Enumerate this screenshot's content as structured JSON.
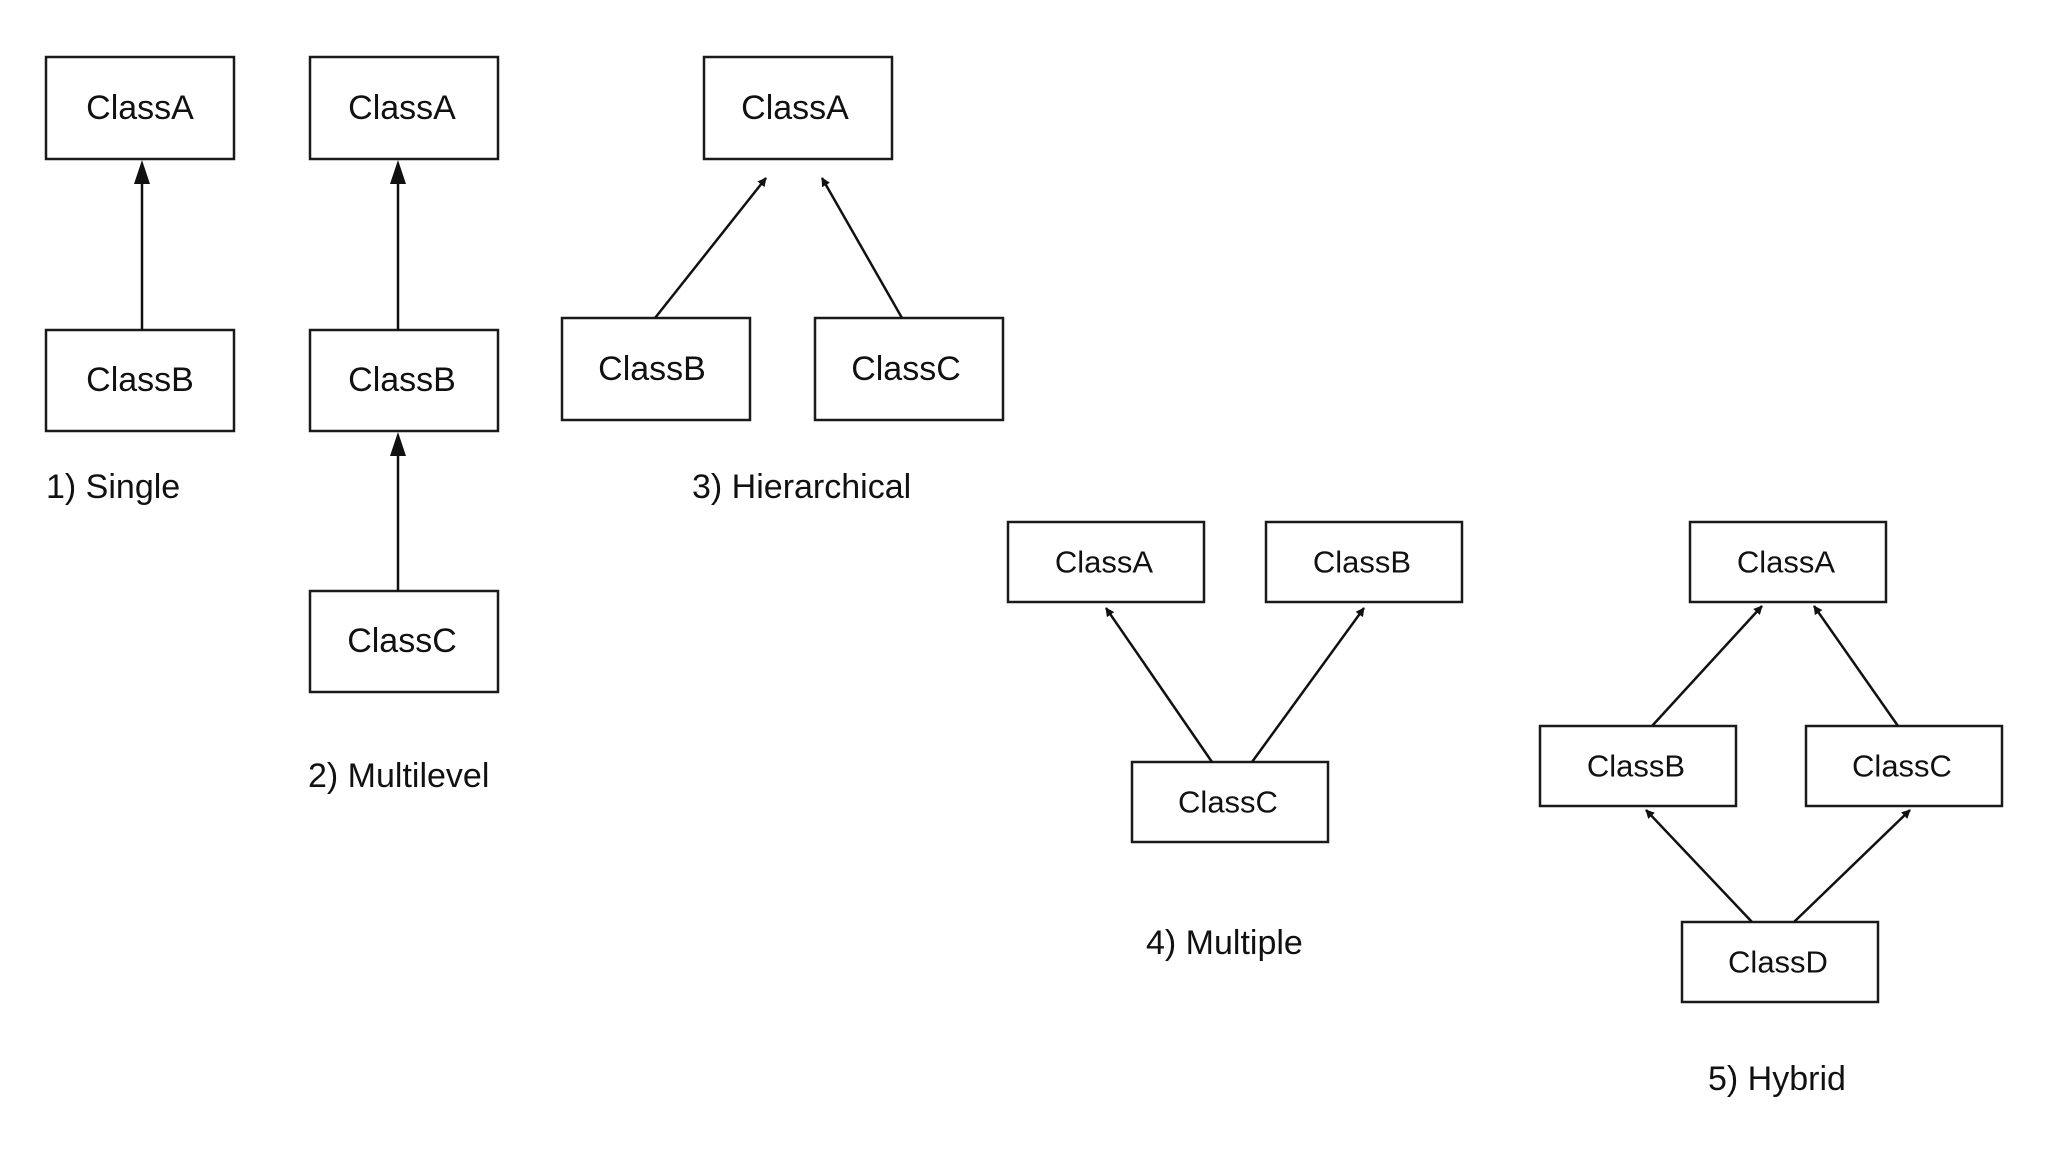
{
  "diagrams": [
    {
      "id": "single",
      "caption": "1) Single",
      "classes": [
        "ClassA",
        "ClassB"
      ]
    },
    {
      "id": "multilevel",
      "caption": "2) Multilevel",
      "classes": [
        "ClassA",
        "ClassB",
        "ClassC"
      ]
    },
    {
      "id": "hierarchical",
      "caption": "3) Hierarchical",
      "classes": [
        "ClassA",
        "ClassB",
        "ClassC"
      ]
    },
    {
      "id": "multiple",
      "caption": "4)  Multiple",
      "classes": [
        "ClassA",
        "ClassB",
        "ClassC"
      ]
    },
    {
      "id": "hybrid",
      "caption": "5) Hybrid",
      "classes": [
        "ClassA",
        "ClassB",
        "ClassC",
        "ClassD"
      ]
    }
  ],
  "colors": {
    "stroke": "#1a1a1a",
    "text": "#111111",
    "background": "#ffffff"
  }
}
